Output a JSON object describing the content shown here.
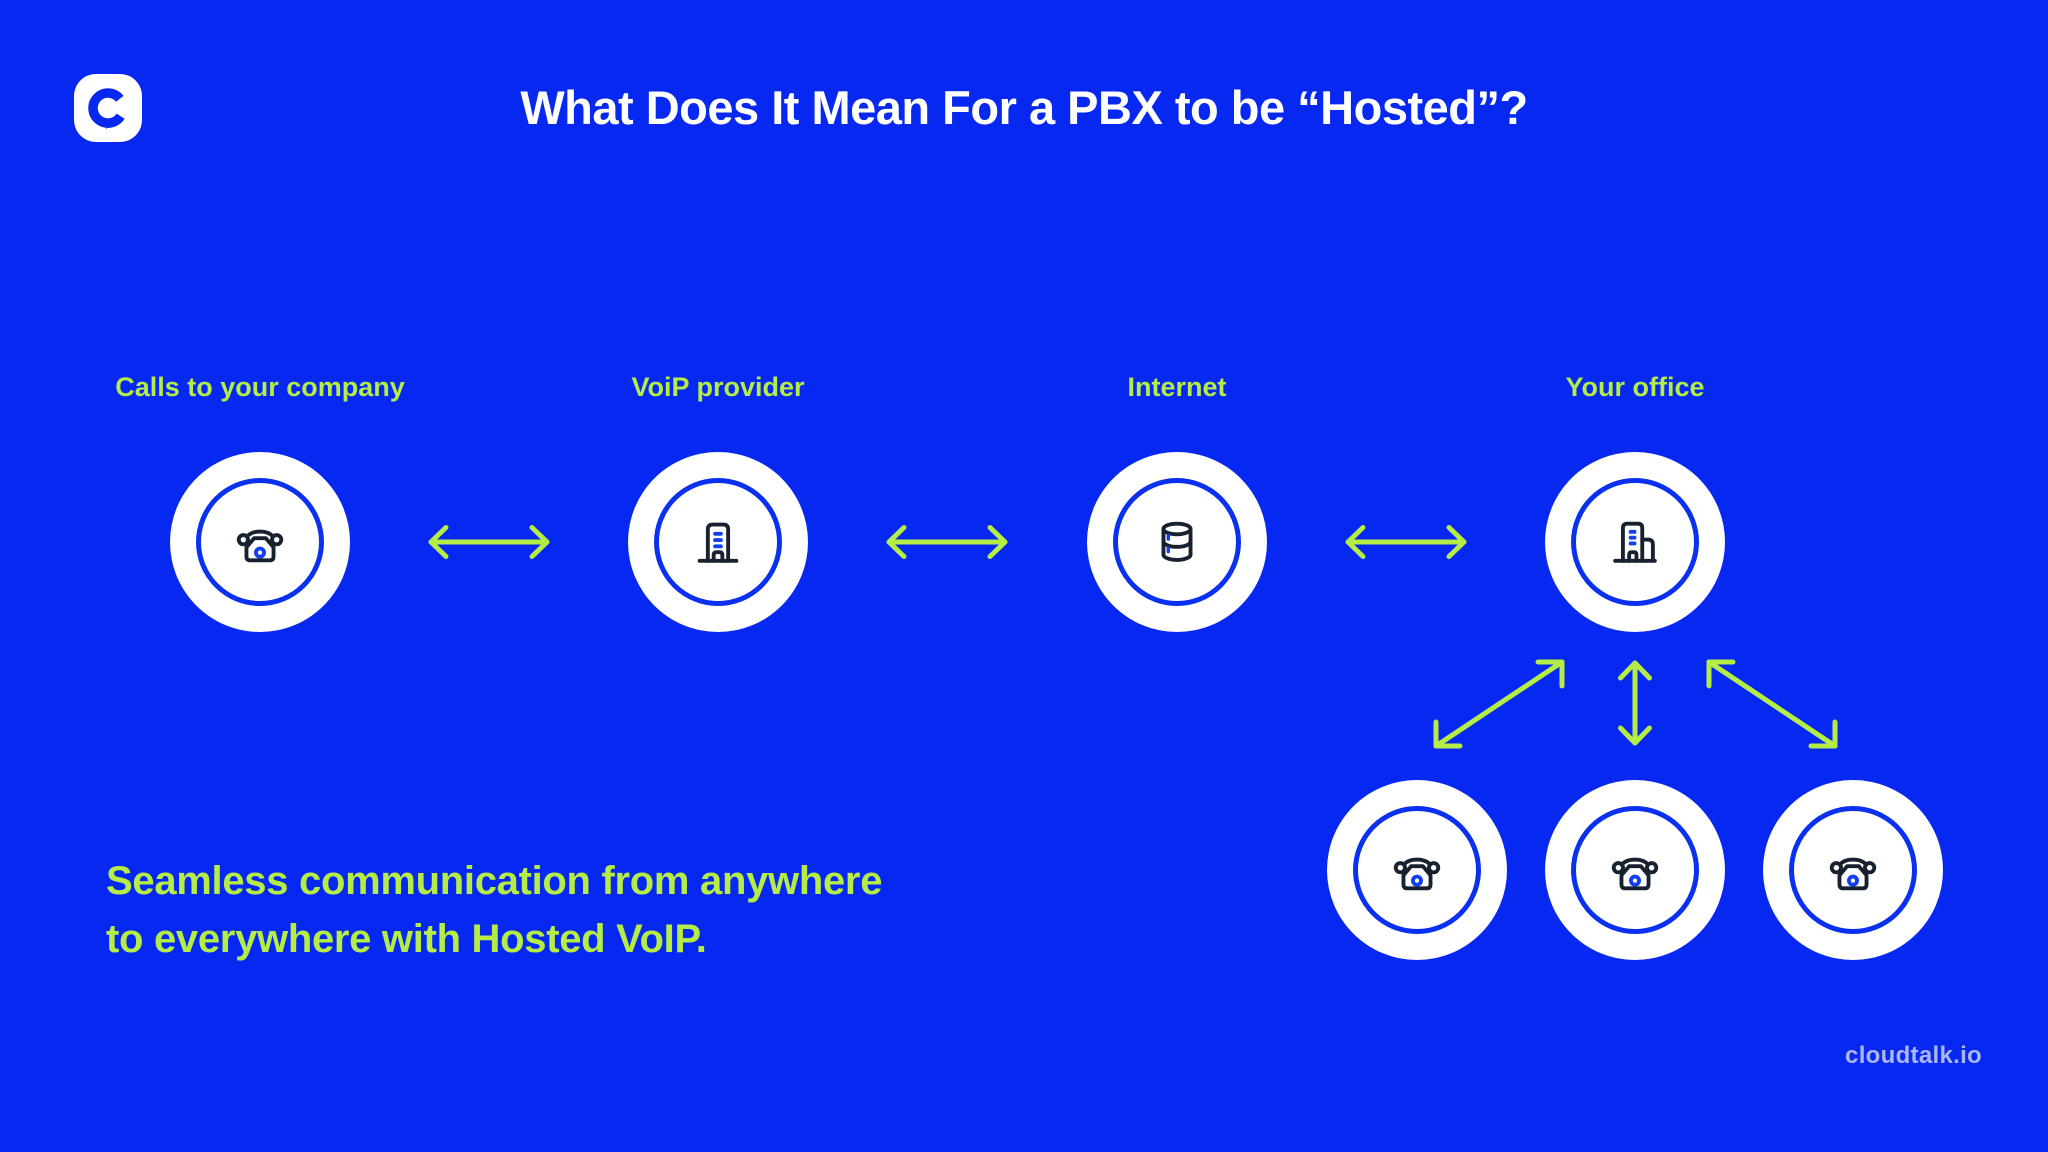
{
  "header": {
    "title": "What Does It Mean For a PBX to be “Hosted”?"
  },
  "brand": {
    "logo": "cloudtalk-logo",
    "footer_text": "cloudtalk.io"
  },
  "flow": {
    "nodes": [
      {
        "label": "Calls to your company",
        "icon": "rotary-phone-icon"
      },
      {
        "label": "VoiP provider",
        "icon": "provider-building-icon"
      },
      {
        "label": "Internet",
        "icon": "database-icon"
      },
      {
        "label": "Your office",
        "icon": "office-buildings-icon"
      }
    ],
    "office_phones": [
      {
        "icon": "rotary-phone-icon"
      },
      {
        "icon": "rotary-phone-icon"
      },
      {
        "icon": "rotary-phone-icon"
      }
    ],
    "connections": [
      {
        "from": "Calls to your company",
        "to": "VoiP provider",
        "type": "bidirectional-arrow"
      },
      {
        "from": "VoiP provider",
        "to": "Internet",
        "type": "bidirectional-arrow"
      },
      {
        "from": "Internet",
        "to": "Your office",
        "type": "bidirectional-arrow"
      },
      {
        "from": "Your office",
        "to": "office-phone-1",
        "type": "bidirectional-arrow"
      },
      {
        "from": "Your office",
        "to": "office-phone-2",
        "type": "bidirectional-arrow"
      },
      {
        "from": "Your office",
        "to": "office-phone-3",
        "type": "bidirectional-arrow"
      }
    ]
  },
  "tagline": {
    "line1": "Seamless communication from anywhere",
    "line2": "to everywhere with Hosted VoIP."
  },
  "colors": {
    "background": "#0628F0",
    "accent_lime": "#B5EC45",
    "icon_navy": "#17212F",
    "icon_blue": "#1240F0",
    "ring_blue": "#0B31F0",
    "circle_white": "#FFFFFF",
    "footer_text": "#A9B8F2"
  }
}
